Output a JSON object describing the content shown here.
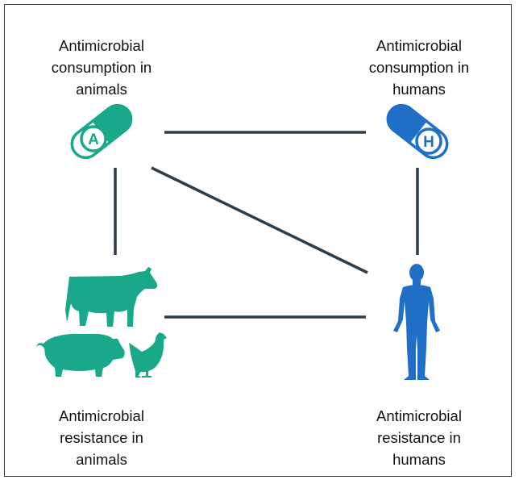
{
  "labels": {
    "top_left": [
      "Antimicrobial",
      "consumption in",
      "animals"
    ],
    "top_right": [
      "Antimicrobial",
      "consumption in",
      "humans"
    ],
    "bottom_left": [
      "Antimicrobial",
      "resistance in",
      "animals"
    ],
    "bottom_right": [
      "Antimicrobial",
      "resistance in",
      "humans"
    ]
  },
  "icons": {
    "animal_pill_letter": "A",
    "human_pill_letter": "H",
    "animal_pill": "capsule-icon",
    "human_pill": "capsule-icon",
    "cow": "cow-icon",
    "pig": "pig-icon",
    "chicken": "chicken-icon",
    "human": "human-figure-icon"
  },
  "colors": {
    "animal": "#1aa88a",
    "human": "#1f6fc6",
    "line": "#2c3e4c",
    "border": "#3a3a3a"
  }
}
